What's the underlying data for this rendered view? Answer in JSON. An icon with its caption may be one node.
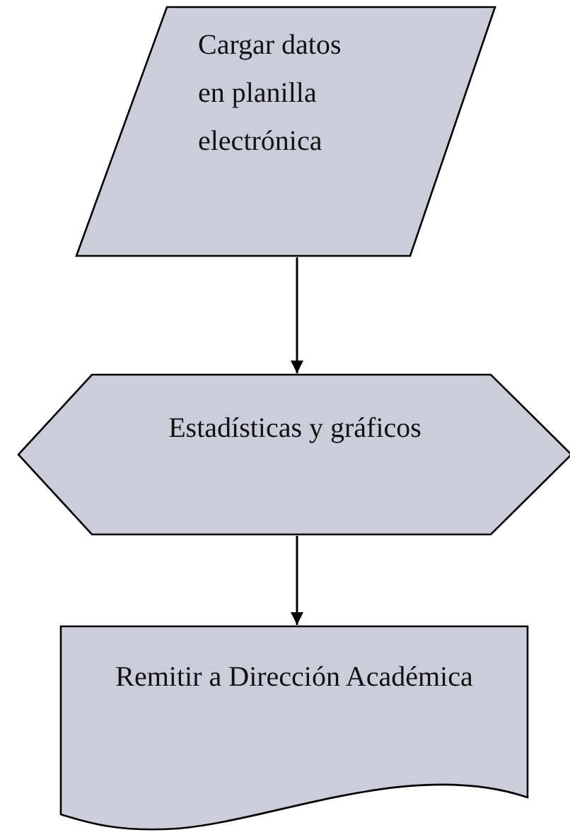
{
  "diagram": {
    "nodes": [
      {
        "text": [
          "Cargar datos en planilla electrónica"
        ]
      },
      {
        "text": [
          "Estadísticas y gráficos"
        ]
      },
      {
        "text": [
          "Remitir a Dirección Académica"
        ]
      }
    ],
    "edges": [
      {
        "from": 0,
        "to": 1,
        "arrow": "to"
      },
      {
        "from": 1,
        "to": 2,
        "arrow": "to"
      }
    ]
  }
}
